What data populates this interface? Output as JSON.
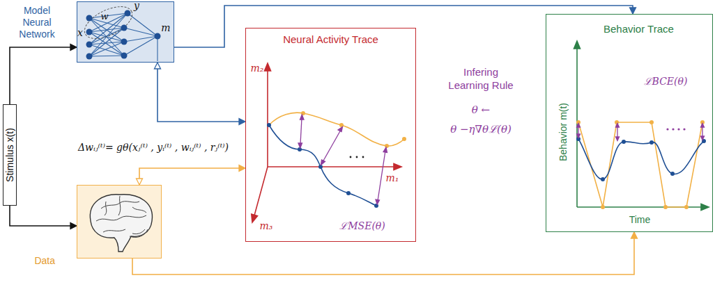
{
  "diagram": {
    "nodes": [
      {
        "text": [
          "Model Neural Network"
        ]
      },
      {
        "text": [
          "Stimulus x(t)"
        ]
      },
      {
        "text": [
          "Neural Activity Trace"
        ]
      },
      {
        "text": [
          "Behavior Trace"
        ]
      },
      {
        "text": [
          "Data"
        ]
      }
    ],
    "edges": [
      {
        "from": 1,
        "to": 0,
        "arrow": "to"
      },
      {
        "from": 1,
        "to": 4,
        "arrow": "to"
      },
      {
        "from": 0,
        "to": 2,
        "arrow": "both"
      },
      {
        "from": 0,
        "to": 3,
        "arrow": "to"
      },
      {
        "from": 4,
        "to": 2,
        "arrow": "both"
      },
      {
        "from": 4,
        "to": 3,
        "arrow": "to"
      }
    ],
    "labels": [
      "x",
      "w",
      "y",
      "m",
      "Δwᵢⱼ⁽ᵗ⁾= gθ(xⱼ⁽ᵗ⁾ , yᵢ⁽ᵗ⁾ , wᵢⱼ⁽ᵗ⁾ , rⱼ⁽ᵗ⁾)",
      "m₂",
      "m₁",
      "m₃",
      "ℒMSE(θ)",
      "Infering Learning Rule",
      "θ ←",
      "θ −η∇θℒ(θ)",
      "ℒBCE(θ)",
      "Behavior m(t)",
      "Time"
    ]
  }
}
